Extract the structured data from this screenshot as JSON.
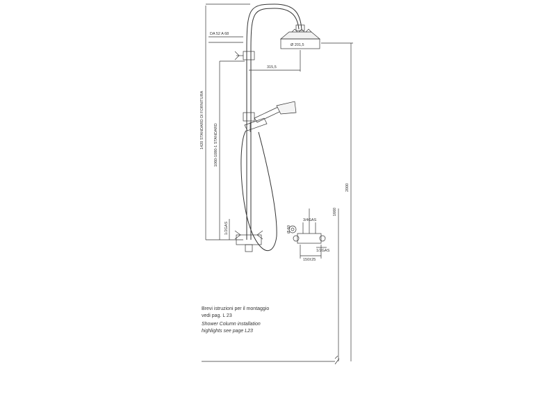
{
  "dimensions": {
    "da_range": "DA 52 A 68",
    "head_diameter": "Ø 201,5",
    "arm_offset": "315,5",
    "supply_height": "1420 STANDARD DI FORNITURA",
    "column_height": "1060-1080-1 STANDARD",
    "inlet": "1/2GAS",
    "total_height": "2000",
    "floor_height": "1660",
    "thread_top": "3/4GAS",
    "thread_bottom": "1/2GAS",
    "centers": "150±25",
    "handle_diameter": "Ø 60"
  },
  "notes": {
    "it_line1": "Brevi istruzioni per il montaggio",
    "it_line2": "vedi pag. L 23",
    "en_line1": "Shower Column installation",
    "en_line2": "highlights see page L23"
  }
}
